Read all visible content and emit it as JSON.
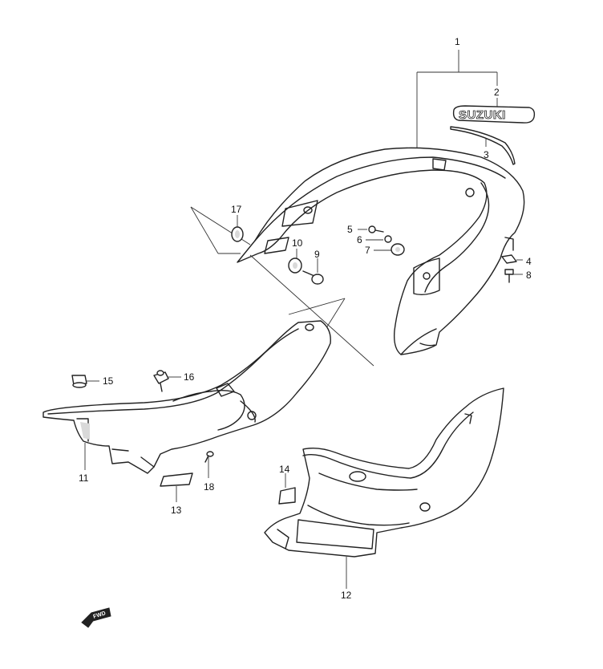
{
  "diagram": {
    "callouts": [
      {
        "id": "1",
        "text": "1"
      },
      {
        "id": "2",
        "text": "2"
      },
      {
        "id": "3",
        "text": "3"
      },
      {
        "id": "4",
        "text": "4"
      },
      {
        "id": "5",
        "text": "5"
      },
      {
        "id": "6",
        "text": "6"
      },
      {
        "id": "7",
        "text": "7"
      },
      {
        "id": "8",
        "text": "8"
      },
      {
        "id": "9",
        "text": "9"
      },
      {
        "id": "10",
        "text": "10"
      },
      {
        "id": "11",
        "text": "11"
      },
      {
        "id": "12",
        "text": "12"
      },
      {
        "id": "13",
        "text": "13"
      },
      {
        "id": "14",
        "text": "14"
      },
      {
        "id": "15",
        "text": "15"
      },
      {
        "id": "16",
        "text": "16"
      },
      {
        "id": "17",
        "text": "17"
      },
      {
        "id": "18",
        "text": "18"
      }
    ],
    "emblem_text": "SUZUKI",
    "direction_marker": "FWD",
    "colors": {
      "line": "#222222",
      "background": "#ffffff"
    }
  }
}
